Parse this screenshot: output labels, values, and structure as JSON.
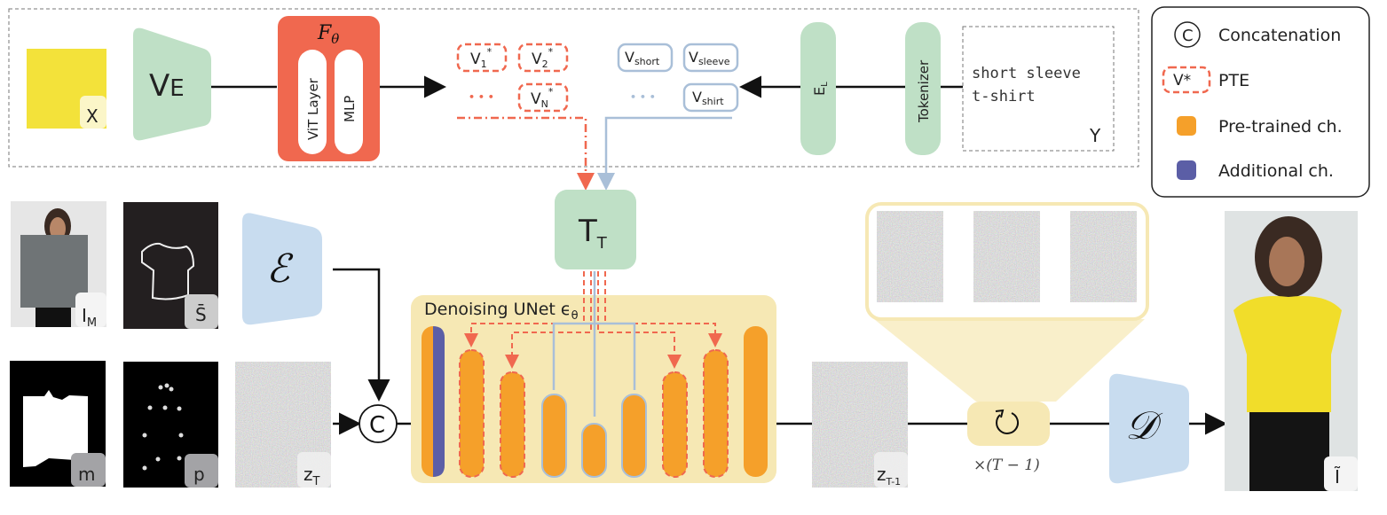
{
  "inputs": {
    "texture": {
      "label": "X"
    },
    "masked_image": {
      "label": "I",
      "sub": "M"
    },
    "sketch": {
      "label": "S̄"
    },
    "mask": {
      "label": "m"
    },
    "pose": {
      "label": "p"
    },
    "noise": {
      "label": "z",
      "sub": "T"
    },
    "text": {
      "line1": "short sleeve",
      "line2": "t-shirt",
      "label": "Y"
    }
  },
  "modules": {
    "visual_encoder": {
      "label": "V",
      "sub": "E"
    },
    "f_theta": {
      "label": "F",
      "sub": "θ",
      "layers": [
        "ViT Layer",
        "MLP"
      ]
    },
    "text_encoder": {
      "label": "E",
      "sub": "L"
    },
    "tokenizer": {
      "label": "Tokenizer"
    },
    "text_transformer": {
      "label": "T",
      "sub": "T"
    },
    "encoder": {
      "label": "ℰ"
    },
    "decoder": {
      "label": "𝒟"
    },
    "unet": {
      "label": "Denoising UNet ϵ",
      "sub": "θ"
    },
    "concat": {
      "label": "C"
    },
    "loop": {
      "label": "×(T − 1)"
    }
  },
  "tokens": {
    "pte": [
      {
        "label": "V",
        "sub": "1",
        "sup": "*"
      },
      {
        "label": "V",
        "sub": "2",
        "sup": "*"
      },
      {
        "label": "V",
        "sub": "N",
        "sup": "*"
      }
    ],
    "words": [
      {
        "label": "V",
        "sub": "short"
      },
      {
        "label": "V",
        "sub": "sleeve"
      },
      {
        "label": "V",
        "sub": "shirt"
      }
    ],
    "ellipsis": "• • •"
  },
  "outputs": {
    "latent": {
      "label": "z",
      "sub": "T-1"
    },
    "result": {
      "label": "Ĩ"
    }
  },
  "legend": {
    "items": [
      {
        "symbol": "C",
        "label": "Concatenation"
      },
      {
        "symbol": "V*",
        "label": "PTE"
      },
      {
        "symbol": "",
        "label": "Pre-trained ch."
      },
      {
        "symbol": "",
        "label": "Additional ch."
      }
    ]
  },
  "colors": {
    "pte": "#f0684f",
    "pretrained": "#f5a02a",
    "additional": "#5b5ea6",
    "green": "#bfe0c6",
    "blue": "#c8dcef",
    "unet_bg": "#f6e8b4"
  }
}
